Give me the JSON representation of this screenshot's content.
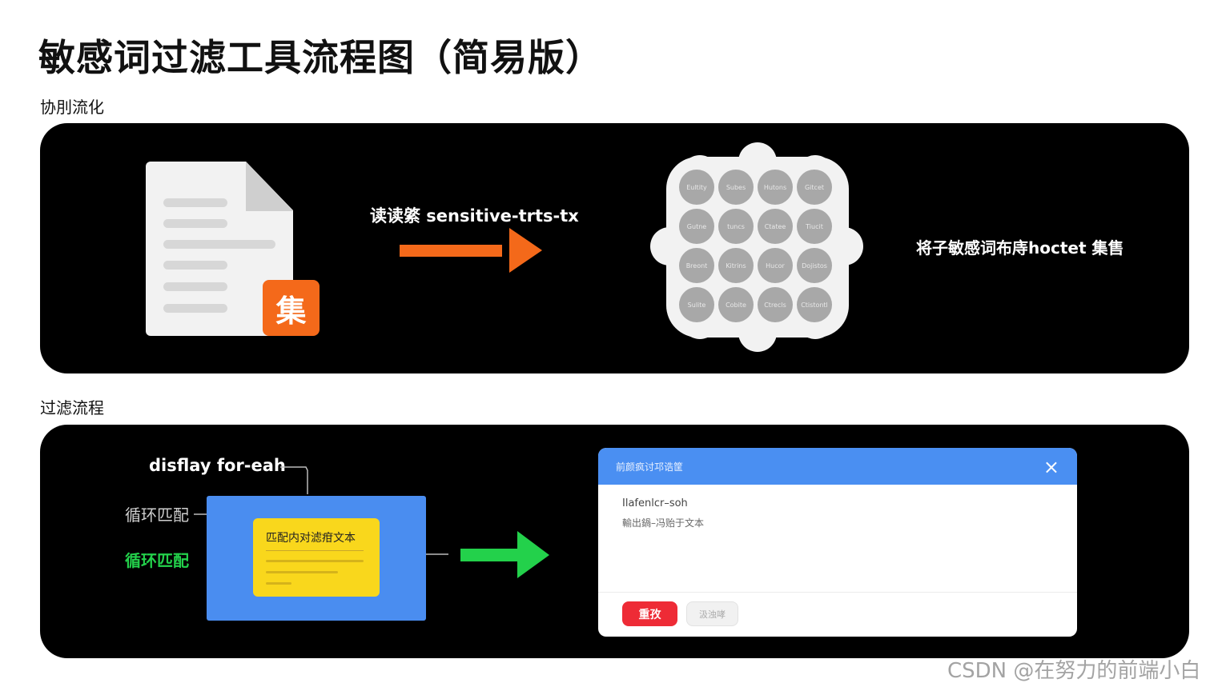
{
  "page_title": "敏感词过滤工具流程图（简易版）",
  "init_section": {
    "label": "协刖流化",
    "doc_badge": "集",
    "read_label": "读读綮 sensitive-trts-tx",
    "collect_label": "将子敏感词布庤hoctet 集售",
    "word_bubbles": [
      "Eultity",
      "Subes",
      "Hutons",
      "Gitcet",
      "Gutne",
      "tuncs",
      "Ctatee",
      "Tiucit",
      "Breont",
      "Kitrins",
      "Hucor",
      "Dojistos",
      "Sulite",
      "Cobite",
      "Ctrecls",
      "Ctistontl"
    ]
  },
  "filter_section": {
    "label": "过滤流程",
    "foreach_label": "disflay for-eah",
    "loop_label_1": "循环匹配",
    "loop_label_2": "循环匹配",
    "card_title": "匹配内对滤疳文本"
  },
  "dialog": {
    "title": "前颜疯讨邛诰筐",
    "line1": "Ilafenlcr–soh",
    "line2": "輸出鍋–冯贻于文本",
    "primary_button": "重孜",
    "secondary_button": "汲浊哮",
    "close_icon": "×"
  },
  "watermark": "CSDN @在努力的前端小白",
  "colors": {
    "orange_arrow": "#f4691a",
    "green_arrow": "#23d14b",
    "dialog_header": "#4a8ff2",
    "danger_button": "#ee2b36",
    "card_yellow": "#f9d71c"
  }
}
